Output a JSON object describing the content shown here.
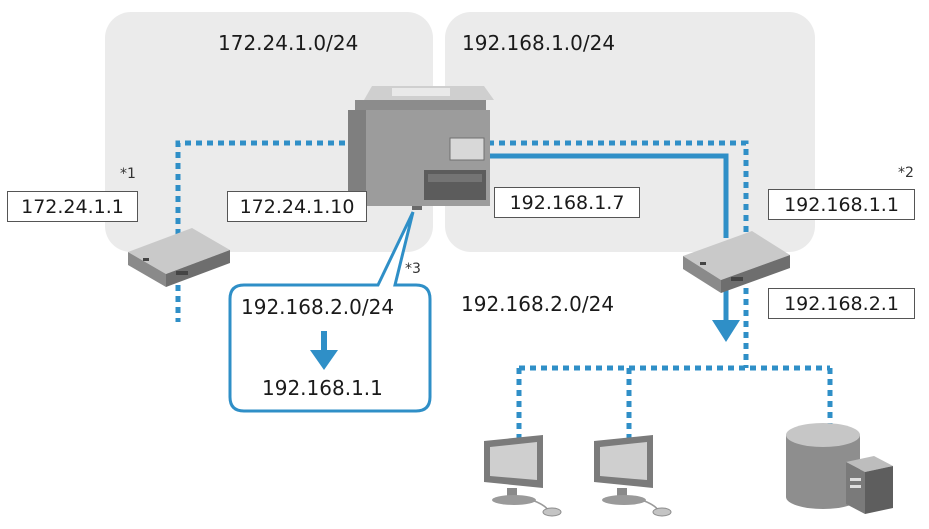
{
  "networks": {
    "left_subnet": "172.24.1.0/24",
    "right_subnet": "192.168.1.0/24",
    "lower_subnet": "192.168.2.0/24"
  },
  "addresses": {
    "router1": "172.24.1.1",
    "printer_left": "172.24.1.10",
    "printer_right": "192.168.1.7",
    "router2_upper": "192.168.1.1",
    "router2_lower": "192.168.2.1"
  },
  "callout": {
    "destination": "192.168.2.0/24",
    "gateway": "192.168.1.1"
  },
  "notes": {
    "note1": "*1",
    "note2": "*2",
    "note3": "*3"
  },
  "colors": {
    "network_line": "#2f8fc7",
    "zone_background": "#ebebeb",
    "device_body": "#9a9a9a"
  }
}
